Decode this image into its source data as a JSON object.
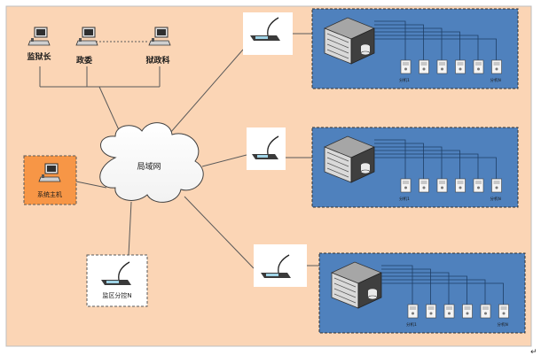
{
  "colors": {
    "background": "#fbd5b5",
    "panel": "#4f81bd",
    "host_box": "#f79646",
    "line": "#595959",
    "white": "#ffffff"
  },
  "offices": [
    {
      "label": "监狱长",
      "icon": "computer-workstation-icon"
    },
    {
      "label": "政委",
      "icon": "computer-workstation-icon"
    },
    {
      "label": "狱政科",
      "icon": "computer-workstation-icon"
    }
  ],
  "network": {
    "label": "局域网",
    "icon": "cloud-icon"
  },
  "host": {
    "label": "系统主机",
    "icon": "computer-workstation-icon"
  },
  "prison_zone": {
    "label": "监区分控N",
    "icon": "desk-microphone-icon"
  },
  "groups": [
    {
      "server_icon": "server-rack-icon",
      "first_unit": "分机1",
      "last_unit": "分机N"
    },
    {
      "server_icon": "server-rack-icon",
      "first_unit": "分机1",
      "last_unit": "分机N"
    },
    {
      "server_icon": "server-rack-icon",
      "first_unit": "分机1",
      "last_unit": "分机N"
    }
  ]
}
